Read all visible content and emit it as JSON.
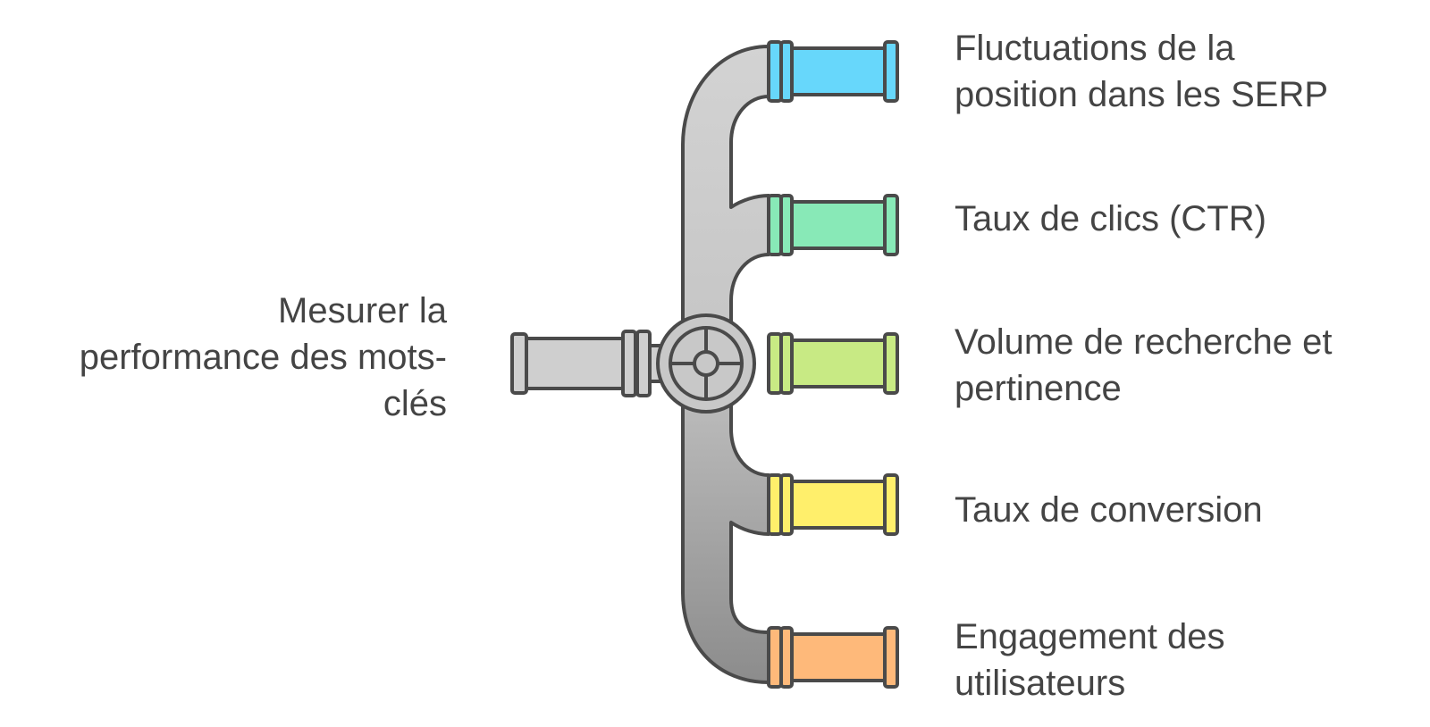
{
  "source": {
    "lines": [
      "Mesurer la",
      "performance des mots-",
      "clés"
    ]
  },
  "outputs": [
    {
      "lines": [
        "Fluctuations de la",
        "position dans les SERP"
      ],
      "color": "#67D7FB"
    },
    {
      "lines": [
        "Taux de clics (CTR)"
      ],
      "color": "#88E9B7"
    },
    {
      "lines": [
        "Volume de recherche et",
        "pertinence"
      ],
      "color": "#C8EA84"
    },
    {
      "lines": [
        "Taux de conversion"
      ],
      "color": "#FFEF6B"
    },
    {
      "lines": [
        "Engagement des",
        "utilisateurs"
      ],
      "color": "#FEB97A"
    }
  ],
  "colors": {
    "stroke": "#4A4A4A",
    "pipe_light": "#D2D2D2",
    "pipe_dark": "#8E8E8E",
    "text": "#444444"
  }
}
